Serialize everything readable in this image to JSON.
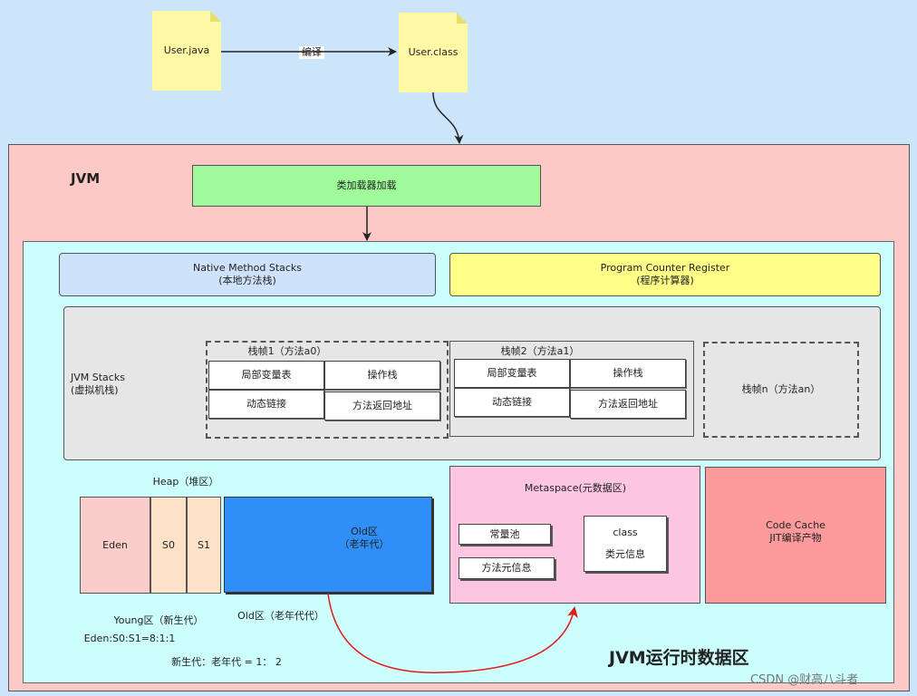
{
  "source": {
    "file1": "User.java",
    "file2": "User.class",
    "compile_label": "编译"
  },
  "jvm": {
    "title": "JVM",
    "classloader": "类加载器加载",
    "runtime_area_title": "JVM运行时数据区",
    "native_method_stacks": {
      "title": "Native Method Stacks",
      "subtitle": "(本地方法栈)"
    },
    "program_counter": {
      "title": "Program Counter Register",
      "subtitle": "(程序计算器)"
    },
    "jvm_stacks": {
      "title": "JVM Stacks",
      "subtitle": "(虚拟机栈)",
      "frames": [
        {
          "title": "栈帧1（方法a0）",
          "cells": [
            "局部变量表",
            "操作栈",
            "动态链接",
            "方法返回地址"
          ]
        },
        {
          "title": "栈帧2（方法a1）",
          "cells": [
            "局部变量表",
            "操作栈",
            "动态链接",
            "方法返回地址"
          ]
        }
      ],
      "frame_n": "栈帧n（方法an）"
    },
    "heap": {
      "title": "Heap（堆区）",
      "eden": "Eden",
      "s0": "S0",
      "s1": "S1",
      "old_title": "Old区",
      "old_subtitle": "（老年代）",
      "young_label": "Young区（新生代）",
      "old_label": "Old区（老年代代）",
      "ratio": "Eden:S0:S1=8:1:1",
      "gen_ratio": "新生代：老年代 = 1：  2"
    },
    "metaspace": {
      "title": "Metaspace(元数据区)",
      "constant_pool": "常量池",
      "method_meta": "方法元信息",
      "class_title": "class",
      "class_meta": "类元信息"
    },
    "code_cache": {
      "title": "Code Cache",
      "subtitle": "JIT编译产物"
    }
  },
  "watermark": "CSDN @财高八斗者",
  "colors": {
    "background": "#cce5fb",
    "jvm": "#fcc9c6",
    "runtime": "#ccfefe",
    "classloader": "#9ffb9a",
    "native": "#cfe2fb",
    "pc": "#ffff88",
    "stacks": "#e6e6e6",
    "eden": "#f8cdca",
    "survivor": "#fde2c8",
    "old": "#2f8ef7",
    "metaspace": "#fcc5e2",
    "code_cache": "#fc9a9c",
    "note": "#fff9a6",
    "arrow_red": "#e21a1a"
  }
}
